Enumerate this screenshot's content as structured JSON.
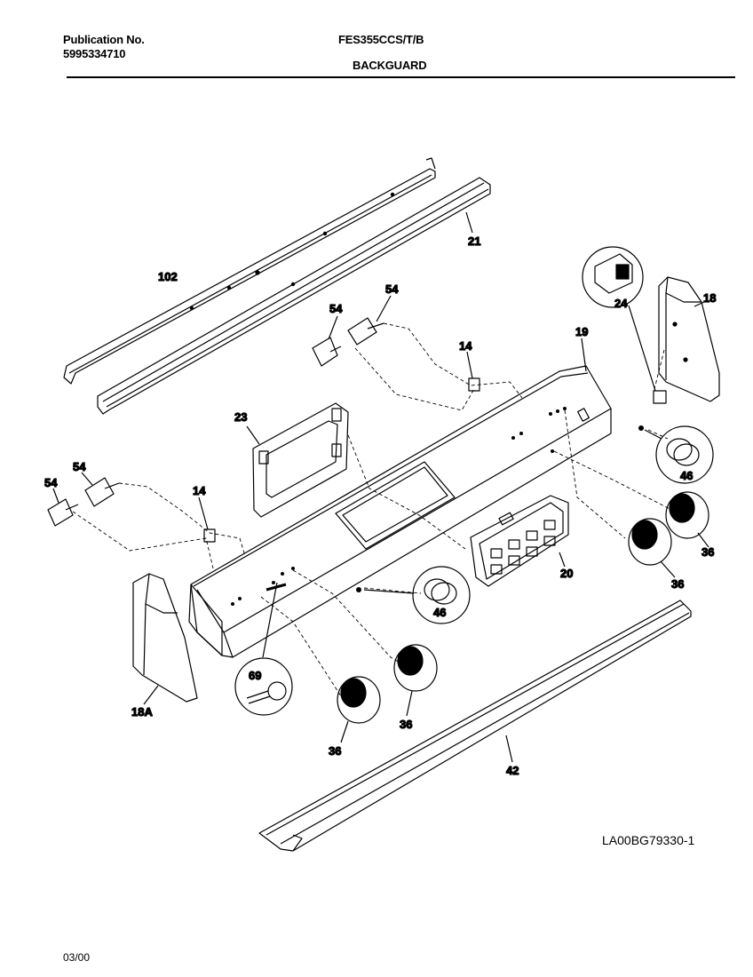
{
  "header": {
    "pub_label": "Publication No.",
    "pub_number": "5995334710",
    "model": "FES355CCS/T/B",
    "section": "BACKGUARD"
  },
  "footer": {
    "drawing_code": "LA00BG79330-1",
    "date": "03/00"
  },
  "callouts": {
    "c102": "102",
    "c21": "21",
    "c54a": "54",
    "c54b": "54",
    "c54c": "54",
    "c54d": "54",
    "c14a": "14",
    "c14b": "14",
    "c19": "19",
    "c18": "18",
    "c24": "24",
    "c23": "23",
    "c46a": "46",
    "c46b": "46",
    "c36a": "36",
    "c36b": "36",
    "c36c": "36",
    "c36d": "36",
    "c20": "20",
    "c69": "69",
    "c18A": "18A",
    "c42": "42"
  }
}
